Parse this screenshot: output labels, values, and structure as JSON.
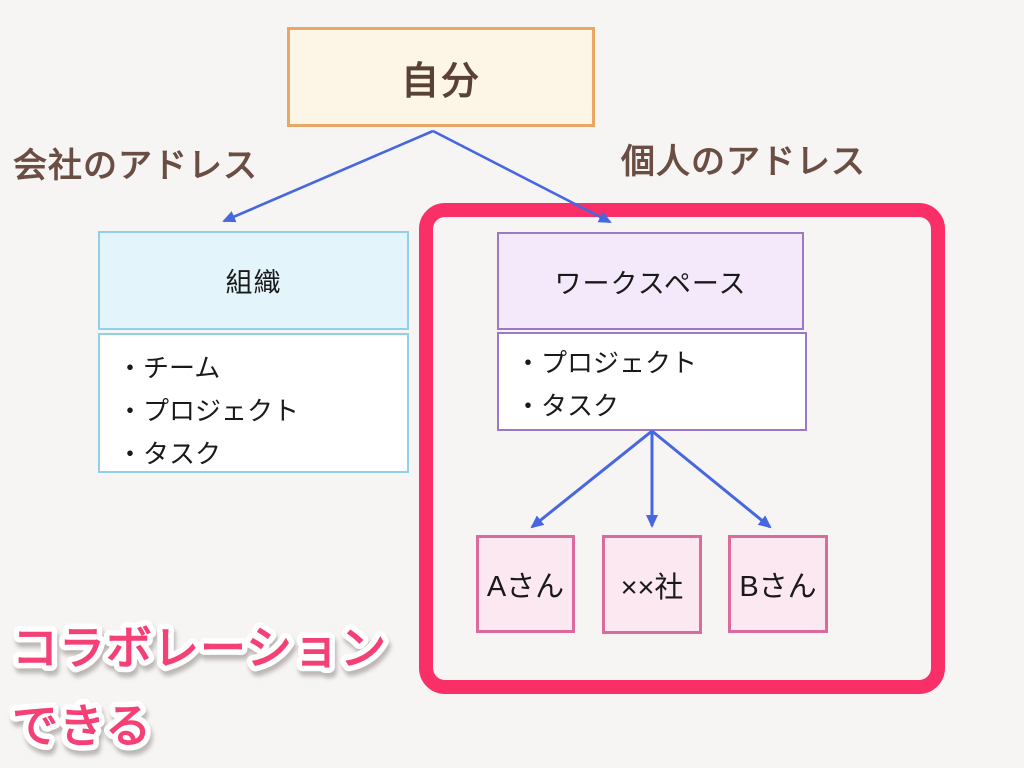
{
  "labels": {
    "company": "会社のアドレス",
    "personal": "個人のアドレス"
  },
  "nodes": {
    "self_label": "自分",
    "organization": {
      "title": "組織",
      "items": [
        "・チーム",
        "・プロジェクト",
        "・タスク"
      ]
    },
    "workspace": {
      "title": "ワークスペース",
      "items": [
        "・プロジェクト",
        "・タスク"
      ]
    },
    "members": [
      {
        "label": "Aさん"
      },
      {
        "label": "××社"
      },
      {
        "label": "Bさん"
      }
    ]
  },
  "annotation": {
    "line1": "コラボレーション",
    "line2": "できる"
  },
  "colors": {
    "background": "#f6f5f3",
    "self_fill": "#fdf5e6",
    "self_border": "#e9a766",
    "brown_text": "#6b4e43",
    "arrow_blue": "#4667e0",
    "organization_fill": "#e4f4fb",
    "organization_border": "#90d0ea",
    "workspace_fill": "#f4e9fa",
    "workspace_border": "#9b79c7",
    "member_fill": "#fbe8f0",
    "member_border": "#dc6b9d",
    "frame_pink": "#fa2f68",
    "annotation_pink": "#f53f75"
  }
}
